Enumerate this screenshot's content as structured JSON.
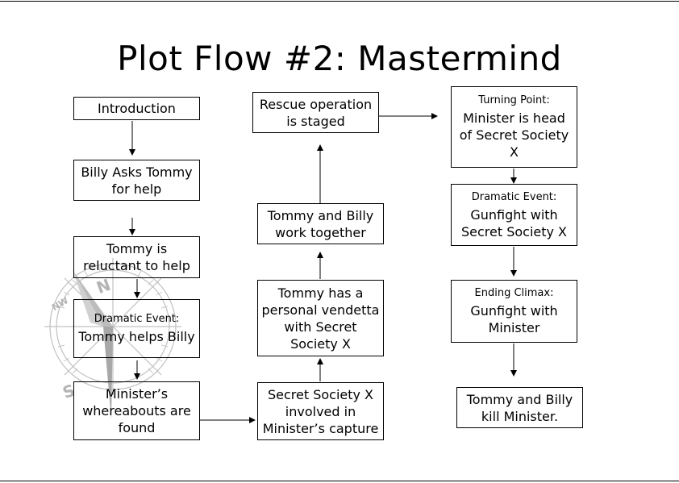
{
  "title": "Plot Flow #2: Mastermind",
  "boxes": {
    "introduction": "Introduction",
    "billy_asks": "Billy Asks Tommy for help",
    "tommy_reluctant": "Tommy is reluctant to help",
    "dramatic1_head": "Dramatic Event:",
    "dramatic1_body": "Tommy helps Billy",
    "whereabouts": "Minister’s whereabouts are found",
    "secret_society": "Secret Society X involved in Minister’s capture",
    "vendetta": "Tommy has a personal vendetta with Secret Society X",
    "work_together": "Tommy and Billy work together",
    "rescue": "Rescue operation is staged",
    "turning_head": "Turning Point:",
    "turning_body": "Minister is head of  Secret Society X",
    "dramatic2_head": "Dramatic Event:",
    "dramatic2_body": "Gunfight with Secret Society X",
    "ending_head": "Ending Climax:",
    "ending_body": "Gunfight with Minister",
    "kill": "Tommy and Billy kill Minister."
  },
  "colors": {
    "line": "#000000",
    "background": "#ffffff",
    "compass": "#b8b8b8"
  },
  "watermark": {
    "icon": "compass-rose-icon",
    "letters": [
      "N",
      "NW",
      "S"
    ]
  }
}
